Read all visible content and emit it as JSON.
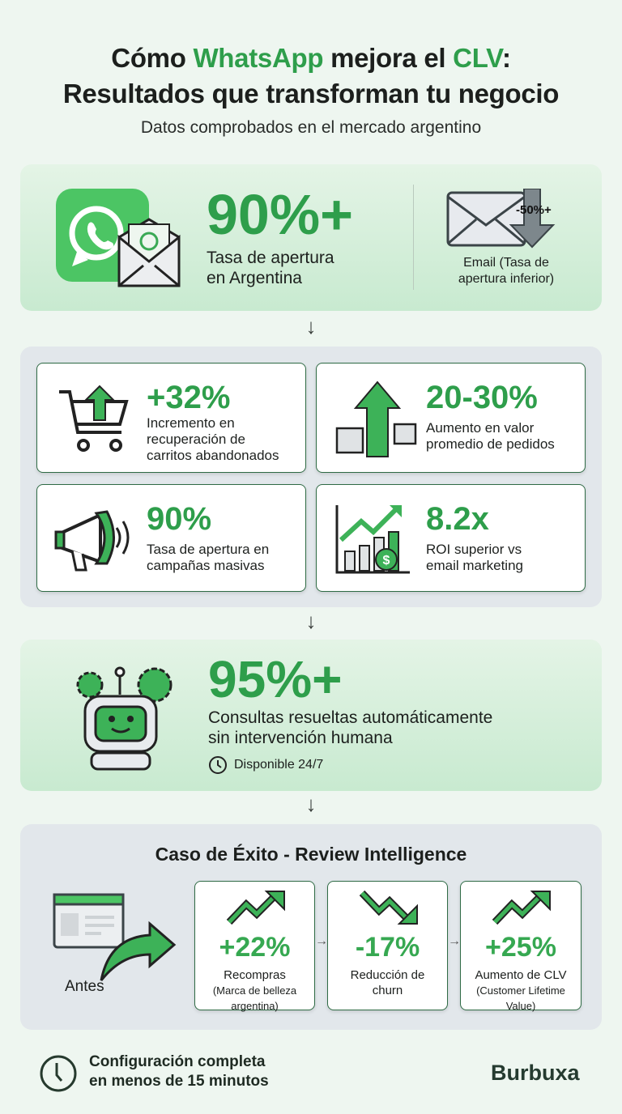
{
  "header": {
    "title_pre": "Cómo ",
    "title_brand": "WhatsApp",
    "title_mid": " mejora el ",
    "title_clv": "CLV",
    "title_colon": ":",
    "title_line2": "Resultados que transforman tu negocio",
    "subtitle": "Datos comprobados en el mercado argentino"
  },
  "hero": {
    "value": "90%+",
    "label_line1": "Tasa de apertura",
    "label_line2": "en Argentina",
    "email_badge": "-50%+",
    "email_label_line1": "Email (Tasa de",
    "email_label_line2": "apertura inferior)"
  },
  "stats": [
    {
      "value": "+32%",
      "label": [
        "Incremento en",
        "recuperación de",
        "carritos abandonados"
      ],
      "icon": "cart-upload-icon"
    },
    {
      "value": "20-30%",
      "label": [
        "Aumento en valor",
        "promedio de pedidos"
      ],
      "icon": "boxes-growth-icon"
    },
    {
      "value": "90%",
      "label": [
        "Tasa de apertura en",
        "campañas masivas"
      ],
      "icon": "megaphone-icon"
    },
    {
      "value": "8.2x",
      "label": [
        "ROI superior vs",
        "email marketing"
      ],
      "icon": "roi-chart-icon"
    }
  ],
  "automation": {
    "value": "95%+",
    "label_line1": "Consultas resueltas automáticamente",
    "label_line2": "sin intervención humana",
    "availability": "Disponible 24/7"
  },
  "case": {
    "title": "Caso de Éxito - Review Intelligence",
    "before": "Antes",
    "items": [
      {
        "value": "+22%",
        "label": "Recompras",
        "sub": [
          "(Marca de belleza",
          "argentina)"
        ],
        "trend": "up"
      },
      {
        "value": "-17%",
        "label": "Reducción de",
        "sub": [
          "churn"
        ],
        "trend": "down"
      },
      {
        "value": "+25%",
        "label": "Aumento de CLV",
        "sub": [
          "(Customer Lifetime",
          "Value)"
        ],
        "trend": "up"
      }
    ]
  },
  "footer": {
    "line1": "Configuración completa",
    "line2": "en menos de 15 minutos",
    "brand": "Burbuxa"
  },
  "colors": {
    "accent": "#2e9e4b",
    "panel_green": "#d6efdb",
    "panel_grey": "#e2e7eb"
  }
}
